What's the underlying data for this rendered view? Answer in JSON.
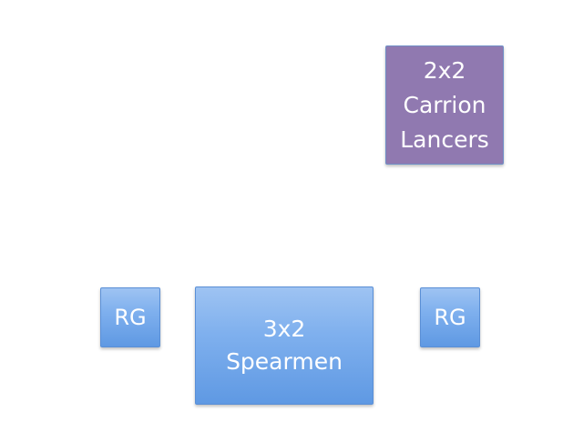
{
  "colors": {
    "blue_unit": "#7fb0ee",
    "purple_unit": "#9079b0",
    "text": "#ffffff",
    "background": "#ffffff"
  },
  "units": {
    "lancers": {
      "line1": "2x2",
      "line2": "Carrion",
      "line3": "Lancers"
    },
    "spearmen": {
      "line1": "3x2",
      "line2": "Spearmen"
    },
    "rg_left": {
      "label": "RG"
    },
    "rg_right": {
      "label": "RG"
    }
  }
}
